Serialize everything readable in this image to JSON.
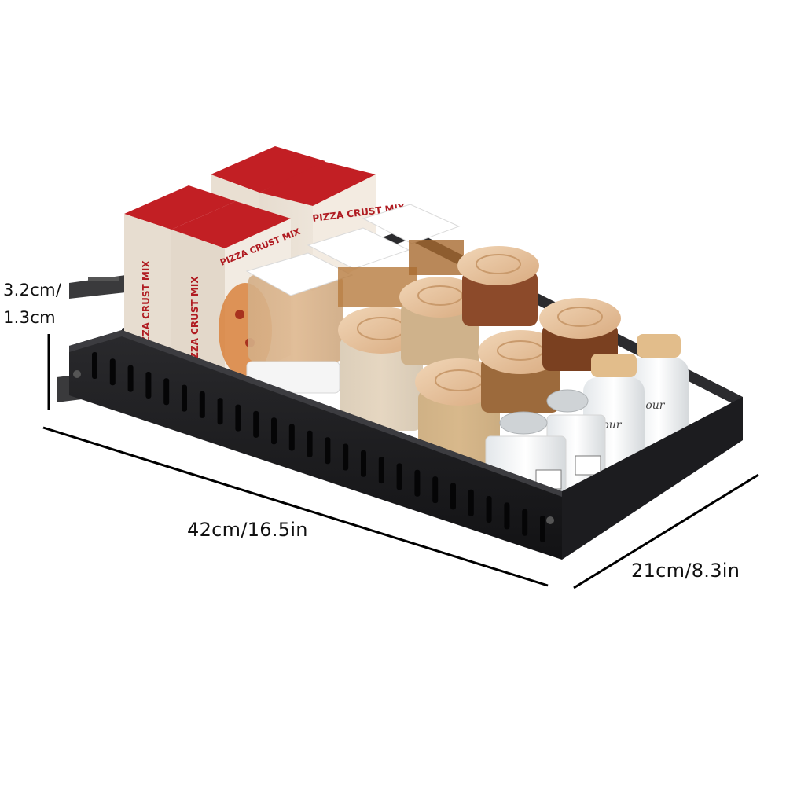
{
  "product": {
    "box_label": "PIZZA CRUST MIX",
    "jar_label": "flour"
  },
  "dimensions": {
    "height_line1": "3.2cm/",
    "height_line2": "1.3cm",
    "length": "42cm/16.5in",
    "depth": "21cm/8.3in"
  },
  "colors": {
    "rack": "#1b1b1d",
    "box_red": "#c21f24",
    "box_cream": "#efe6da",
    "wood_lid": "#e8c7a4",
    "glass": "#f2f4f5",
    "dimension_line": "#000000"
  }
}
